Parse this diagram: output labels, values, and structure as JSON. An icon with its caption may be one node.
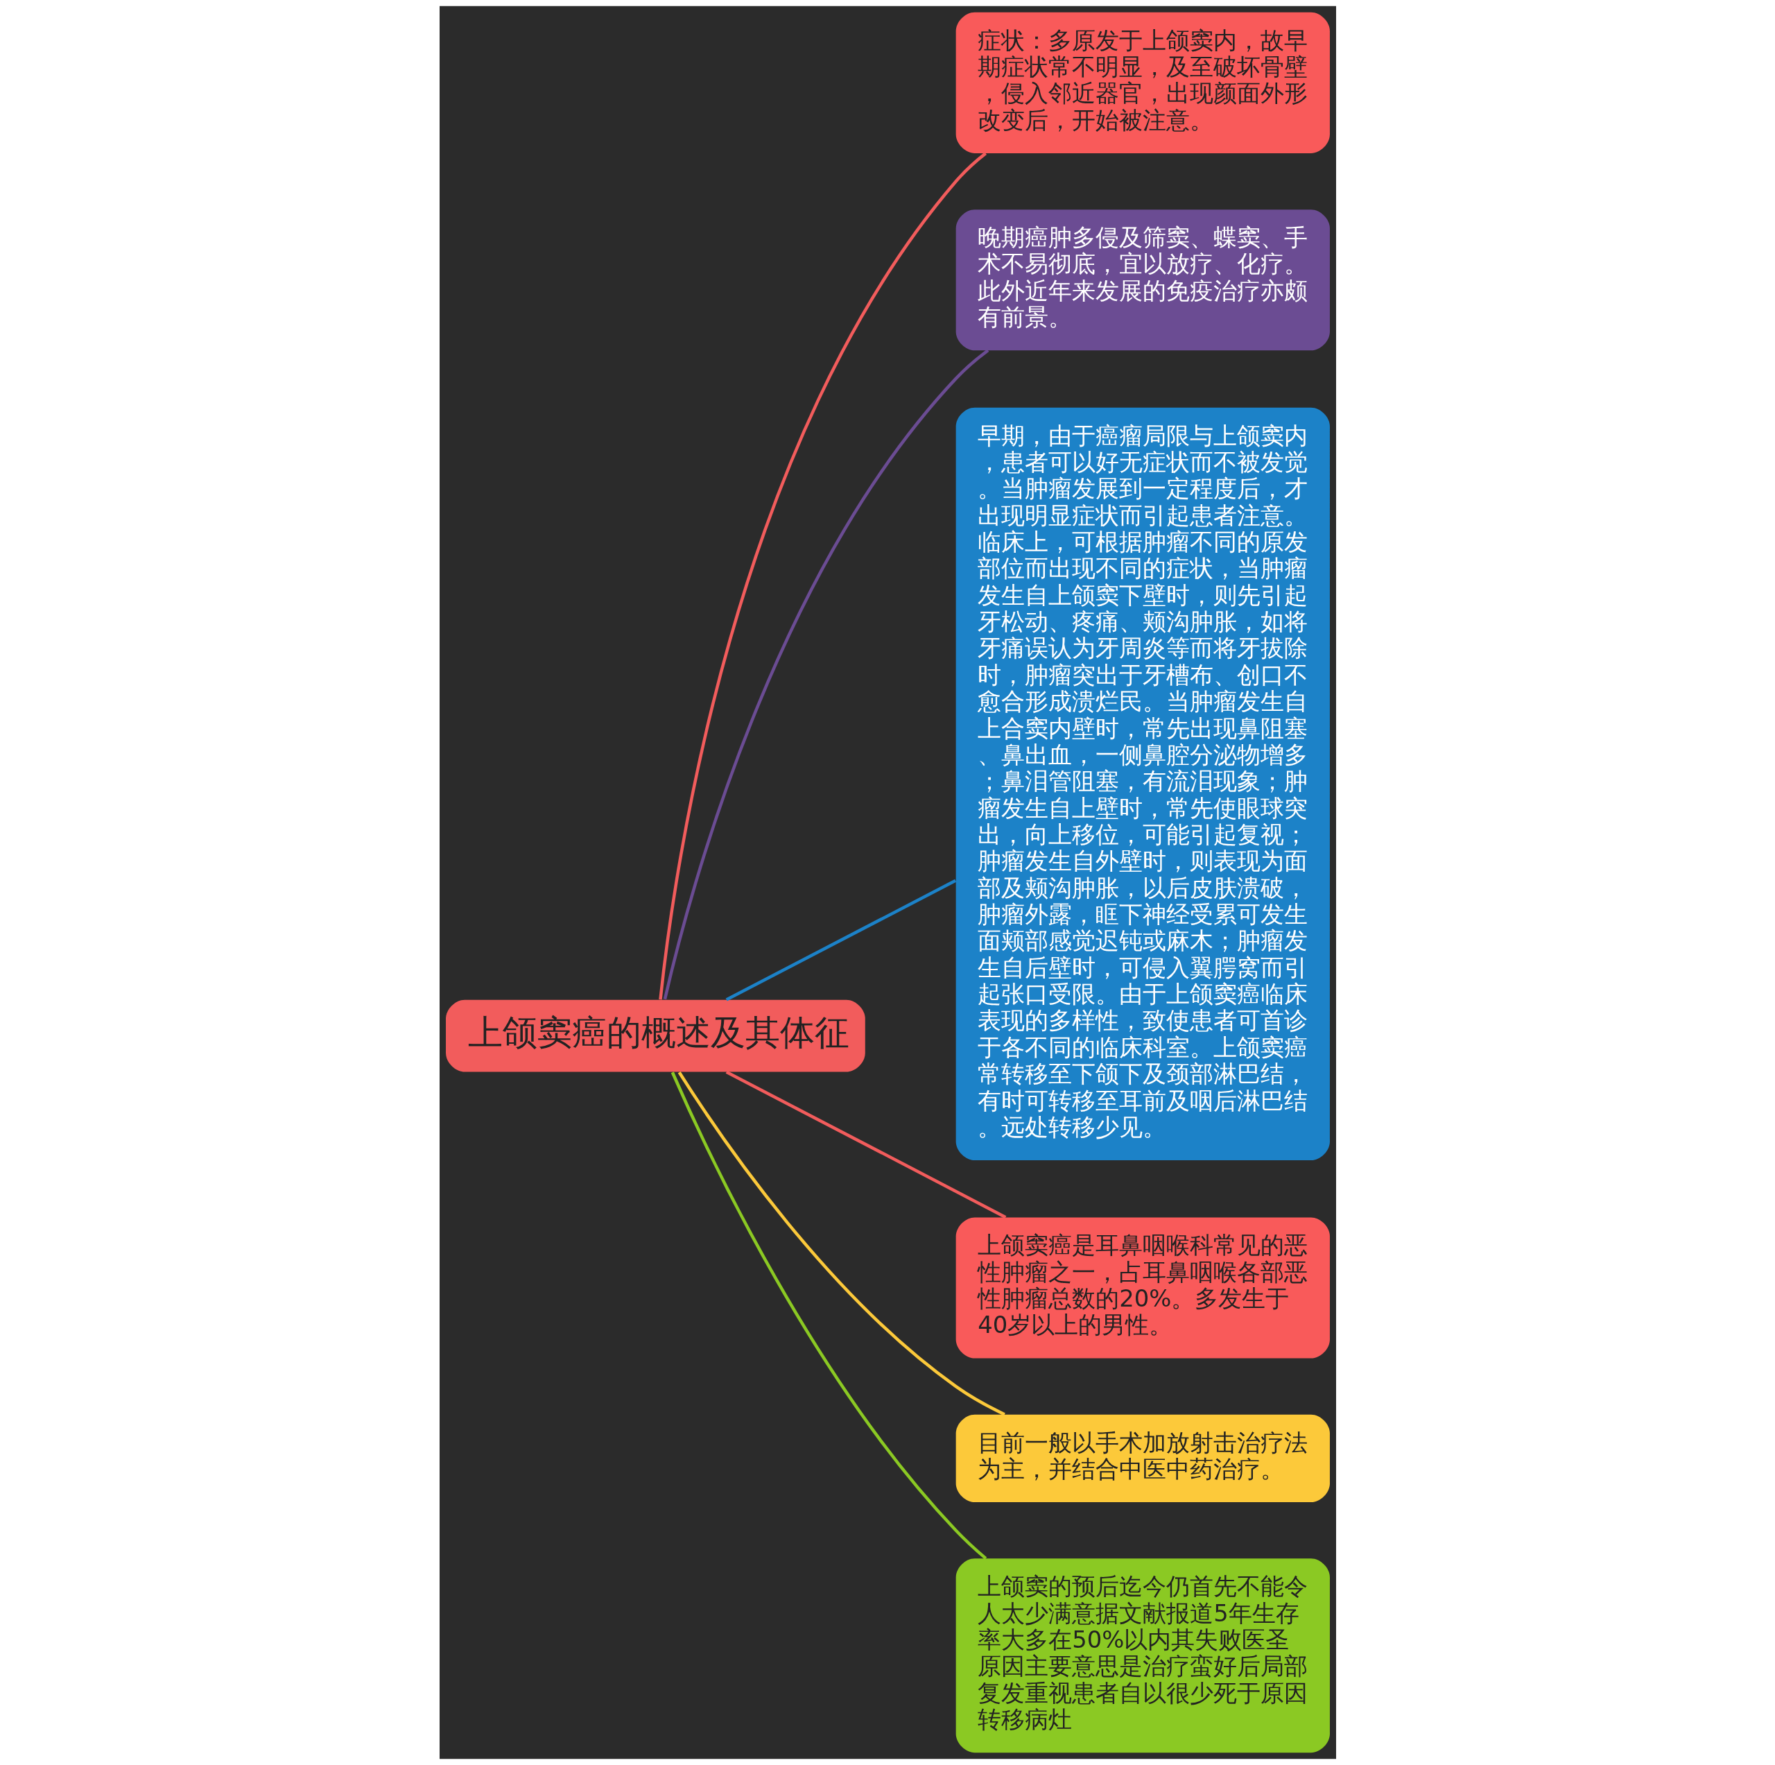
{
  "diagram": {
    "nodes": [
      {
        "text": [
          "上颌窦癌的概述及其体征"
        ]
      },
      {
        "text": [
          "症状：多原发于上颌窦内，故早期症状常不明显，及至破坏骨壁，侵入邻近器官，出现颜面外形改变后，开始被注意。"
        ]
      },
      {
        "text": [
          "晚期癌肿多侵及筛窦、蝶窦、手术不易彻底，宜以放疗、化疗。此外近年来发展的免疫治疗亦颇有前景。"
        ]
      },
      {
        "text": [
          "早期，由于癌瘤局限与上颌窦内，患者可以好无症状而不被发觉。当肿瘤发展到一定程度后，才出现明显症状而引起患者注意。临床上，可根据肿瘤不同的原发部位而出现不同的症状，当肿瘤发生自上颌窦下壁时，则先引起牙松动、疼痛、颊沟肿胀，如将牙痛误认为牙周炎等而将牙拔除时，肿瘤突出于牙槽布、创口不愈合形成溃烂民。当肿瘤发生自上合窦内壁时，常先出现鼻阻塞、鼻出血，一侧鼻腔分泌物增多；鼻泪管阻塞，有流泪现象；肿瘤发生自上壁时，常先使眼球突出，向上移位，可能引起复视；肿瘤发生自外壁时，则表现为面部及颊沟肿胀，以后皮肤溃破，肿瘤外露，眶下神经受累可发生面颊部感觉迟钝或麻木；肿瘤发生自后壁时，可侵入翼腭窝而引起张口受限。由于上颌窦癌临床表现的多样性，致使患者可首诊于各不同的临床科室。上颌窦癌常转移至下颌下及颈部淋巴结，有时可转移至耳前及咽后淋巴结。远处转移少见。"
        ]
      },
      {
        "text": [
          "上颌窦癌是耳鼻咽喉科常见的恶性肿瘤之一，占耳鼻咽喉各部恶性肿瘤总数的20%。多发生于40岁以上的男性。"
        ]
      },
      {
        "text": [
          "目前一般以手术加放射击治疗法为主，并结合中医中药治疗。"
        ]
      },
      {
        "text": [
          "上颌窦的预后迄今仍首先不能令人太少满意据文献报道5年生存率大多在50%以内其失败医圣原因主要意思是治疗蛮好后局部复发重视患者自以很少死于原因转移病灶"
        ]
      }
    ],
    "edges": [
      {
        "from": 0,
        "to": 1,
        "arrow": "none",
        "color": "#f25c5c"
      },
      {
        "from": 0,
        "to": 2,
        "arrow": "none",
        "color": "#6b4c93"
      },
      {
        "from": 0,
        "to": 3,
        "arrow": "none",
        "color": "#1c82c8"
      },
      {
        "from": 0,
        "to": 4,
        "arrow": "none",
        "color": "#f25c5c"
      },
      {
        "from": 0,
        "to": 5,
        "arrow": "none",
        "color": "#fcc93a"
      },
      {
        "from": 0,
        "to": 6,
        "arrow": "none",
        "color": "#8bc923"
      }
    ]
  }
}
